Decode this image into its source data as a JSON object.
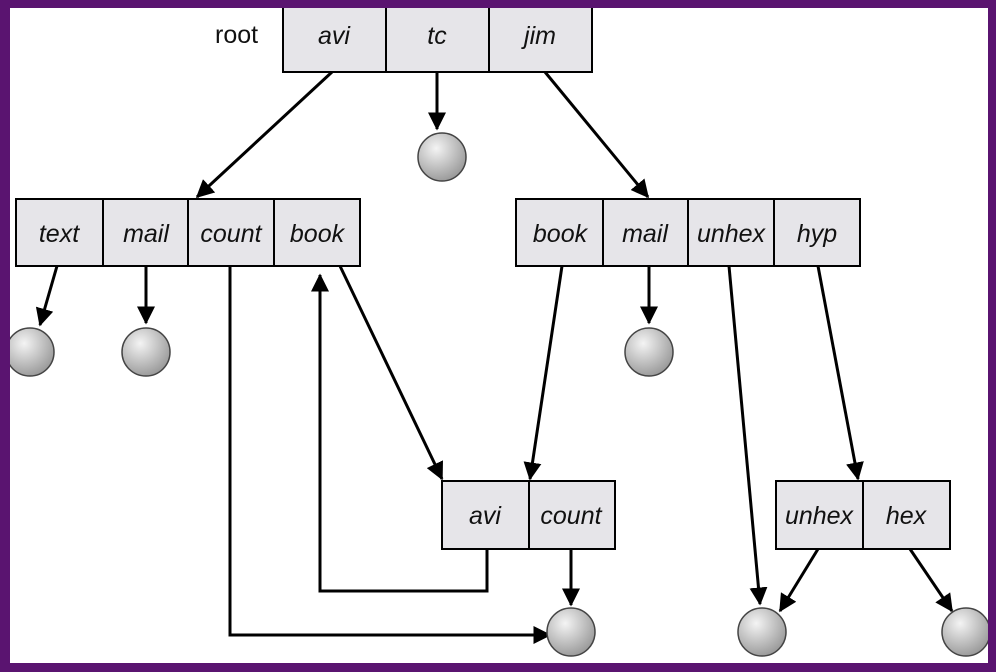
{
  "root_label": "root",
  "colors": {
    "border": "#5a1470",
    "cell_fill": "#e6e5e9",
    "leaf_fill_light": "#f4f4f4",
    "leaf_fill_dark": "#9a9a9a"
  },
  "directories": {
    "root": [
      "avi",
      "tc",
      "jim"
    ],
    "avi": [
      "text",
      "mail",
      "count",
      "book"
    ],
    "jim": [
      "book",
      "mail",
      "unhex",
      "hyp"
    ],
    "shared": [
      "avi",
      "count"
    ],
    "hyp": [
      "unhex",
      "hex"
    ]
  },
  "leaf_icon": "file-circle-icon"
}
